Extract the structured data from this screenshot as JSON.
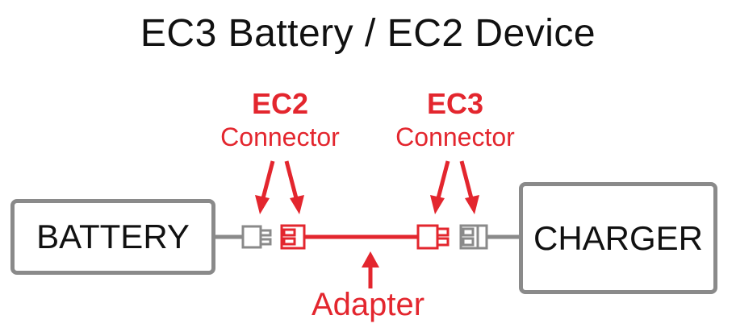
{
  "title": "EC3 Battery / EC2 Device",
  "ec2": {
    "label": "EC2",
    "sub": "Connector"
  },
  "ec3": {
    "label": "EC3",
    "sub": "Connector"
  },
  "battery_label": "BATTERY",
  "charger_label": "CHARGER",
  "adapter_label": "Adapter",
  "colors": {
    "red": "#e3262e",
    "gray": "#8a8a8a",
    "text": "#111111"
  }
}
